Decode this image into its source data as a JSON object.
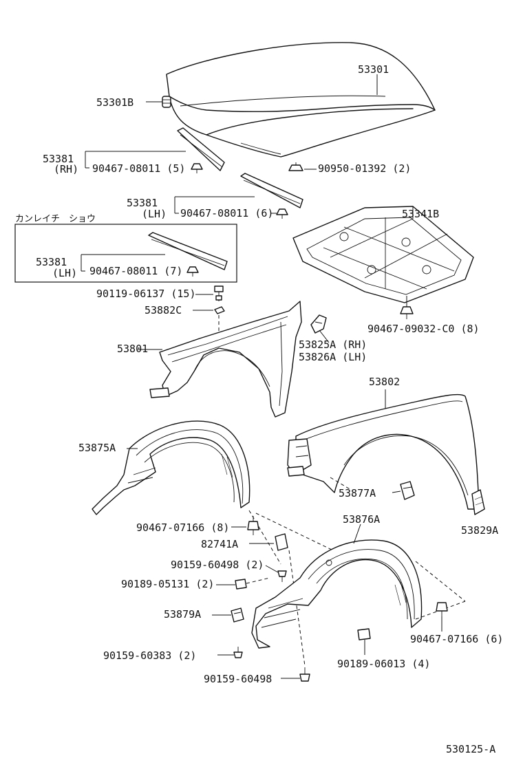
{
  "labels": {
    "hood": "53301",
    "hood_cushion": "53301B",
    "seal_rh_part": "53381",
    "seal_rh_side": "(RH)",
    "clip_5": "90467-08011 (5)",
    "nut_2": "90950-01392 (2)",
    "seal_lh_part": "53381",
    "seal_lh_side": "(LH)",
    "clip_6": "90467-08011 (6)",
    "box_title": "カンレイチ　ショウ",
    "box_seal_part": "53381",
    "box_seal_side": "(LH)",
    "clip_7": "90467-08011 (7)",
    "insulator": "53341B",
    "bolt_15": "90119-06137 (15)",
    "washer": "53882C",
    "fender_lh": "53801",
    "bracket_rh": "53825A (RH)",
    "bracket_lh": "53826A (LH)",
    "clip_c0": "90467-09032-C0 (8)",
    "fender_rh": "53802",
    "liner_lh": "53875A",
    "bracket_877": "53877A",
    "clip_8": "90467-07166 (8)",
    "liner_rh": "53876A",
    "mud_guard": "53829A",
    "retainer": "82741A",
    "screw_2a": "90159-60498 (2)",
    "clip_05131": "90189-05131 (2)",
    "clip_879": "53879A",
    "clip_6b": "90467-07166 (6)",
    "screw_60383": "90159-60383 (2)",
    "clip_06013": "90189-06013 (4)",
    "screw_single": "90159-60498",
    "figure_code": "530125-A"
  }
}
